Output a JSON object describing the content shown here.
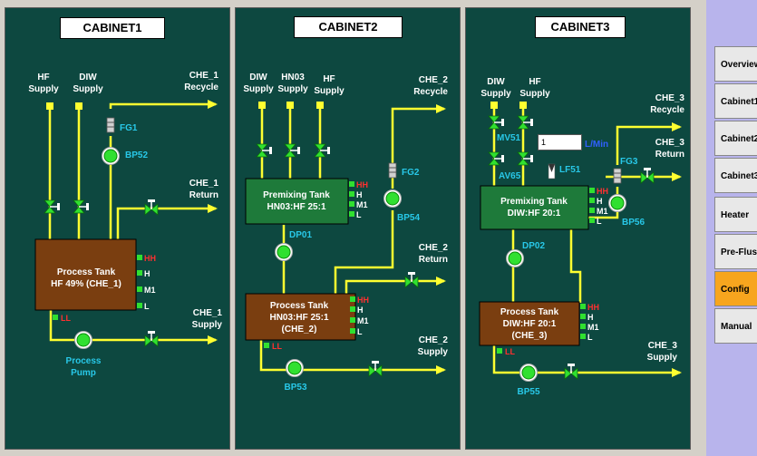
{
  "cabinets": [
    {
      "title": "CABINET1"
    },
    {
      "title": "CABINET2"
    },
    {
      "title": "CABINET3"
    }
  ],
  "levels": {
    "hh": "HH",
    "h": "H",
    "m1": "M1",
    "l": "L",
    "ll": "LL"
  },
  "cab1": {
    "supply1": [
      "HF",
      "Supply"
    ],
    "supply2": [
      "DIW",
      "Supply"
    ],
    "recycle": [
      "CHE_1",
      "Recycle"
    ],
    "return": [
      "CHE_1",
      "Return"
    ],
    "supply_out": [
      "CHE_1",
      "Supply"
    ],
    "fg": "FG1",
    "bp": "BP52",
    "tank": [
      "Process Tank",
      "HF 49% (CHE_1)"
    ],
    "pump": [
      "Process",
      "Pump"
    ]
  },
  "cab2": {
    "supply1": [
      "DIW",
      "Supply"
    ],
    "supply2": [
      "HN03",
      "Supply"
    ],
    "supply3": [
      "HF",
      "Supply"
    ],
    "recycle": [
      "CHE_2",
      "Recycle"
    ],
    "return": [
      "CHE_2",
      "Return"
    ],
    "supply_out": [
      "CHE_2",
      "Supply"
    ],
    "fg": "FG2",
    "bp_top": "BP54",
    "dp": "DP01",
    "premix": [
      "Premixing Tank",
      "HN03:HF   25:1"
    ],
    "tank": [
      "Process Tank",
      "HN03:HF   25:1",
      "(CHE_2)"
    ],
    "bp_bottom": "BP53"
  },
  "cab3": {
    "supply1": [
      "DIW",
      "Supply"
    ],
    "supply2": [
      "HF",
      "Supply"
    ],
    "recycle": [
      "CHE_3",
      "Recycle"
    ],
    "return": [
      "CHE_3",
      "Return"
    ],
    "supply_out": [
      "CHE_3",
      "Supply"
    ],
    "mv": "MV51",
    "av": "AV65",
    "lf": "LF51",
    "flow_value": "1",
    "flow_unit": "L/Min",
    "fg": "FG3",
    "bp_top": "BP56",
    "dp": "DP02",
    "premix": [
      "Premixing Tank",
      "DIW:HF   20:1"
    ],
    "tank": [
      "Process Tank",
      "DIW:HF   20:1",
      "(CHE_3)"
    ],
    "bp_bottom": "BP55"
  },
  "nav": [
    {
      "label": "Overview"
    },
    {
      "label": "Cabinet1"
    },
    {
      "label": "Cabinet2"
    },
    {
      "label": "Cabinet3"
    },
    {
      "label": "Heater"
    },
    {
      "label": "Pre-Flush"
    },
    {
      "label": "Config"
    },
    {
      "label": "Manual"
    }
  ],
  "colors": {
    "panel_bg": "#0d4840",
    "pipe": "#ffff30",
    "process_tank": "#7a3e10",
    "premix_tank": "#1e7a3a",
    "pump": "#30e030",
    "active_nav": "#f7a51e"
  }
}
